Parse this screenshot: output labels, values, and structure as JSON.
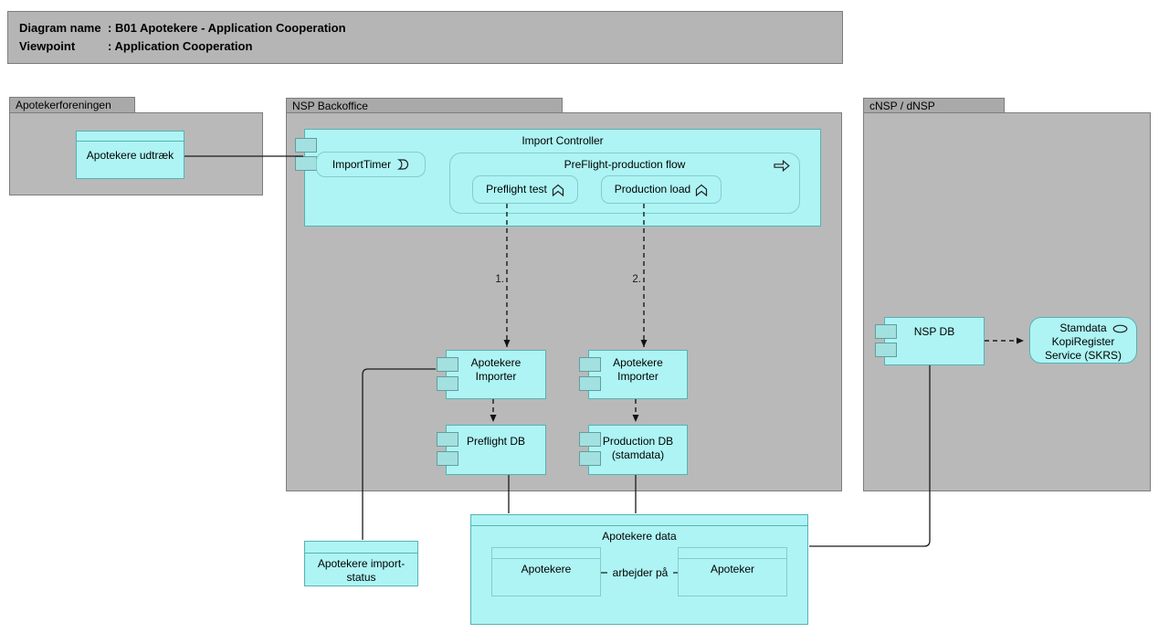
{
  "title": {
    "separator": ":",
    "line1": {
      "label": "Diagram name",
      "value": "B01 Apotekere - Application Cooperation"
    },
    "line2": {
      "label": "Viewpoint",
      "value": "Application Cooperation"
    }
  },
  "groups": {
    "apotekerforeningen": "Apotekerforeningen",
    "nsp_backoffice": "NSP Backoffice",
    "cnsp_dnsp": "cNSP / dNSP"
  },
  "nodes": {
    "apotekere_udtraek": "Apotekere udtræk",
    "import_controller": "Import Controller",
    "import_timer": "ImportTimer",
    "preflight_flow": "PreFlight-production flow",
    "preflight_test": "Preflight test",
    "production_load": "Production load",
    "apotekere_importer_1": "Apotekere Importer",
    "apotekere_importer_2": "Apotekere Importer",
    "preflight_db": "Preflight DB",
    "production_db": "Production DB (stamdata)",
    "nsp_db": "NSP DB",
    "skrs_service": "Stamdata KopiRegister Service (SKRS)",
    "apotekere_import_status": "Apotekere import-status",
    "apotekere_data": "Apotekere data",
    "apotekere_object": "Apotekere",
    "apoteker_object": "Apoteker"
  },
  "connectors": {
    "step1": "1.",
    "step2": "2.",
    "arbejder": "arbejder på"
  },
  "icons": {
    "import_timer": "event-icon",
    "preflight_flow": "process-arrow-icon",
    "preflight_test": "function-icon",
    "production_load": "function-icon",
    "skrs_service": "service-ellipse-icon"
  },
  "colors": {
    "accent_fill": "#aef4f4",
    "accent_border": "#56b2b2",
    "inner_border": "#84cccc",
    "port_fill": "#a3e0e0",
    "port_border": "#639c9c",
    "group_fill": "#b9b9b9",
    "group_tab_fill": "#a9a9a9",
    "group_border": "#7d7d7d",
    "title_fill": "#b5b5b5",
    "line_color": "#1a1a1a"
  }
}
